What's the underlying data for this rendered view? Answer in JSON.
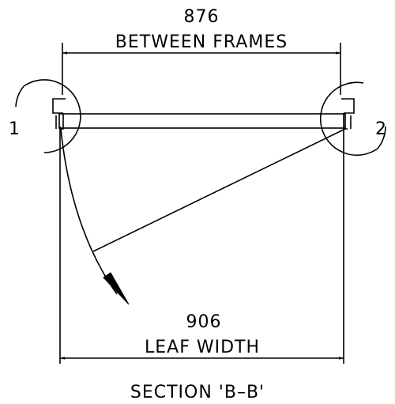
{
  "top_dimension": {
    "value": "876",
    "label": "BETWEEN FRAMES"
  },
  "bottom_dimension": {
    "value": "906",
    "label": "LEAF WIDTH"
  },
  "detail_markers": {
    "left": "1",
    "right": "2"
  },
  "caption": "SECTION 'B–B'",
  "colors": {
    "line": "#000000",
    "background": "#ffffff"
  }
}
